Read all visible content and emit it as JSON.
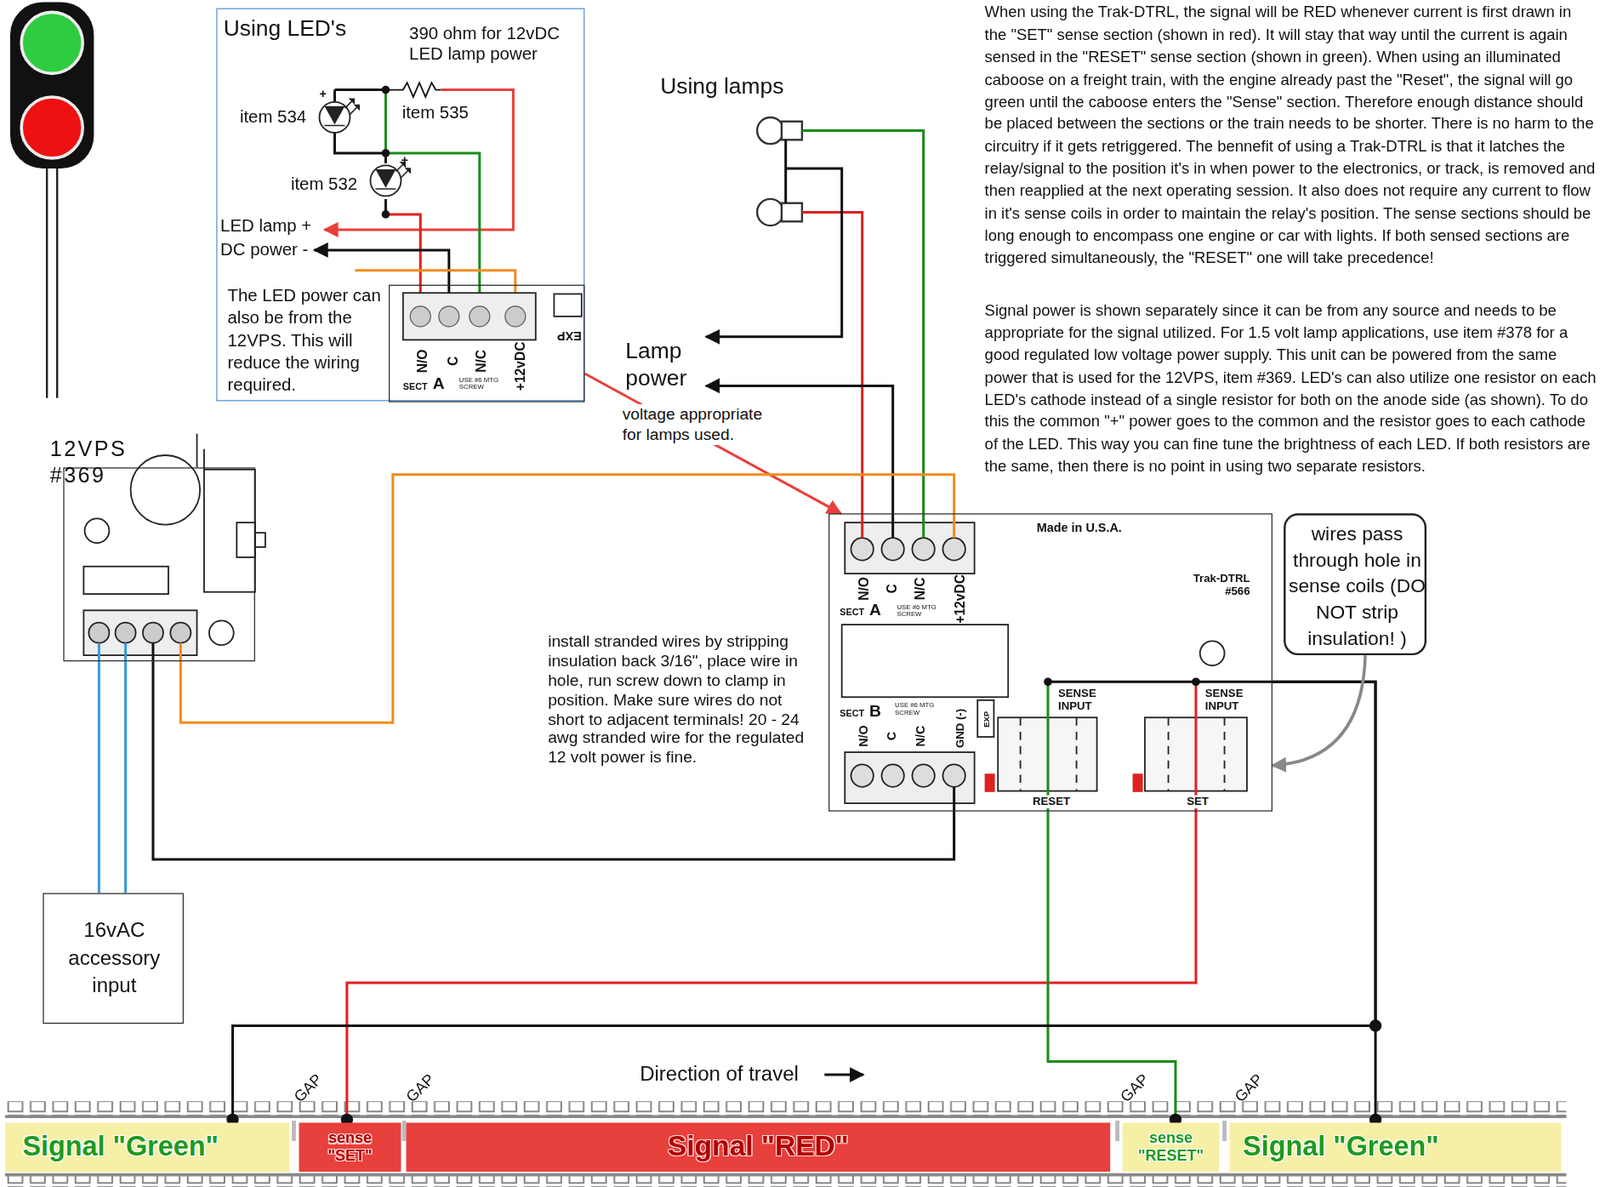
{
  "diagram": {
    "nodes": [
      {
        "text": [
          "Using LED's",
          "390 ohm for 12vDC LED lamp power",
          "item 534",
          "item 535",
          "item 532",
          "LED lamp +",
          "DC power -",
          "The LED power can also be from the 12VPS. This will reduce the wiring required."
        ]
      },
      {
        "text": [
          "N/O",
          "C",
          "N/C",
          "+12vDC",
          "SECT",
          "A",
          "USE #6 MTG SCREW",
          "EXP"
        ],
        "in": 0
      },
      {
        "text": [
          "12VPS #369"
        ]
      },
      {
        "text": [
          "16vAC accessory input"
        ]
      },
      {
        "text": [
          "Made in U.S.A.",
          "Trak-DTRL #566",
          "N/O",
          "C",
          "N/C",
          "+12vDC",
          "SECT",
          "A",
          "USE #6 MTG SCREW",
          "SECT",
          "B",
          "USE #6 MTG SCREW",
          "EXP",
          "N/O",
          "C",
          "N/C",
          "GND (-)",
          "SENSE INPUT",
          "SENSE INPUT",
          "RESET",
          "SET"
        ]
      },
      {
        "text": [
          "wires pass through hole in sense coils (DO NOT strip insulation! )"
        ]
      },
      {
        "text": [
          "Signal \"Green\""
        ]
      },
      {
        "text": [
          "sense \"SET\""
        ]
      },
      {
        "text": [
          "Signal \"RED\""
        ]
      },
      {
        "text": [
          "sense \"RESET\""
        ]
      },
      {
        "text": [
          "Signal \"Green\""
        ]
      }
    ],
    "edges": [
      {
        "from": 1,
        "to": 4,
        "arrow": "to"
      },
      {
        "from": 3,
        "to": 2,
        "arrow": "none"
      },
      {
        "from": 3,
        "to": 2,
        "arrow": "none"
      },
      {
        "from": 2,
        "to": 4,
        "arrow": "none"
      },
      {
        "from": 2,
        "to": 4,
        "arrow": "none"
      },
      {
        "from": 7,
        "to": 4,
        "arrow": "none"
      },
      {
        "from": 9,
        "to": 4,
        "arrow": "none"
      },
      {
        "from": 6,
        "to": 4,
        "arrow": "none"
      },
      {
        "from": 10,
        "to": 4,
        "arrow": "none"
      },
      {
        "from": 5,
        "to": 4,
        "arrow": "to"
      }
    ],
    "labels": [
      "When using the Trak-DTRL, the signal will be RED whenever current is first drawn in the \"SET\" sense section (shown in red). It will stay that way until the current is again sensed in the \"RESET\" sense section (shown in green).  When using an illuminated caboose on a freight train, with the engine already past the \"Reset\", the signal will go green until the caboose enters the \"Sense\" section. Therefore enough distance should be placed between the sections or the train needs to be shorter. There is no harm to the circuitry if it gets retriggered. The bennefit of using a Trak-DTRL is that it latches the relay/signal to the position it's in when power to the electronics, or track, is removed and then reapplied at the next operating session. It also does not require any current to flow in it's sense coils in order to maintain the relay's position. The sense sections should be long enough to encompass one engine or car with lights. If both sensed sections are triggered simultaneously, the \"RESET\" one will take precedence!",
      "Signal power is shown separately since it can be from any source and needs to be appropriate for the signal utilized. For 1.5 volt lamp applications, use item #378 for a good regulated low voltage power supply. This unit can be powered from the same power that is used for the 12VPS, item #369.  LED's can also utilize one resistor on each LED's cathode instead of a single resistor for both on the anode side (as shown). To do this the common \"+\" power goes to the common and the resistor goes to each cathode of the LED. This way you can fine tune the brightness of each LED. If both resistors are the same, then there is no point in using two separate resistors.",
      "Using lamps",
      "Lamp power",
      "voltage appropriate for lamps used.",
      "install stranded wires by stripping insulation back 3/16\", place wire in hole, run screw down to clamp in position. Make sure wires do not short to adjacent terminals!  20 - 24 awg stranded wire for the regulated 12 volt power is fine.",
      "GAP",
      "GAP",
      "GAP",
      "GAP",
      "Direction of travel",
      "+",
      "+"
    ]
  }
}
